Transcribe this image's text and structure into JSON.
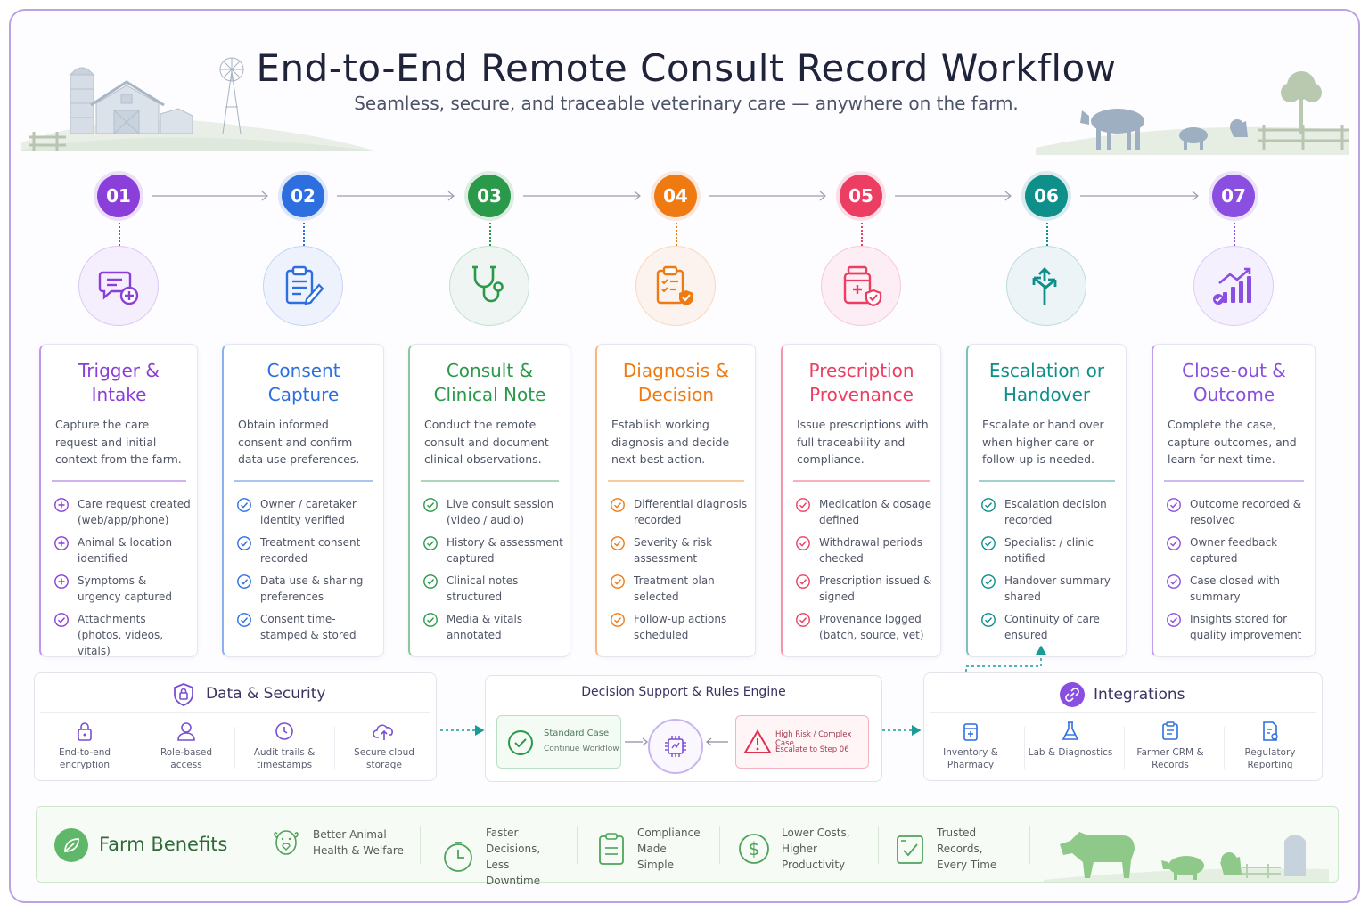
{
  "header": {
    "title": "End-to-End Remote Consult Record Workflow",
    "subtitle": "Seamless, secure, and traceable veterinary care — anywhere on the farm."
  },
  "steps": [
    {
      "number": "01",
      "color": "#8b3fd9",
      "icon": "chat-plus-icon",
      "title": "Trigger & Intake",
      "description": "Capture the care request and initial context from the farm.",
      "items": [
        "Care request created (web/app/phone)",
        "Animal & location identified",
        "Symptoms & urgency captured",
        "Attachments (photos, videos, vitals)"
      ]
    },
    {
      "number": "02",
      "color": "#2e6fe0",
      "icon": "clipboard-pen-icon",
      "title": "Consent Capture",
      "description": "Obtain informed consent and confirm data use preferences.",
      "items": [
        "Owner / caretaker identity verified",
        "Treatment consent recorded",
        "Data use & sharing preferences",
        "Consent time-stamped & stored"
      ]
    },
    {
      "number": "03",
      "color": "#2a9a4a",
      "icon": "stethoscope-icon",
      "title": "Consult & Clinical Note",
      "description": "Conduct the remote consult and document clinical observations.",
      "items": [
        "Live consult session (video / audio)",
        "History & assessment captured",
        "Clinical notes structured",
        "Media & vitals annotated"
      ]
    },
    {
      "number": "04",
      "color": "#f07a12",
      "icon": "clipboard-shield-icon",
      "title": "Diagnosis & Decision",
      "description": "Establish working diagnosis and decide next best action.",
      "items": [
        "Differential diagnosis recorded",
        "Severity & risk assessment",
        "Treatment plan selected",
        "Follow-up actions scheduled"
      ]
    },
    {
      "number": "05",
      "color": "#ec3e62",
      "icon": "medicine-bottle-icon",
      "title": "Prescription Provenance",
      "description": "Issue prescriptions with full traceability and compliance.",
      "items": [
        "Medication & dosage defined",
        "Withdrawal periods checked",
        "Prescription issued & signed",
        "Provenance logged (batch, source, vet)"
      ]
    },
    {
      "number": "06",
      "color": "#0e8f8a",
      "icon": "split-arrow-icon",
      "title": "Escalation or Handover",
      "description": "Escalate or hand over when higher care or follow-up is needed.",
      "items": [
        "Escalation decision recorded",
        "Specialist / clinic notified",
        "Handover summary shared",
        "Continuity of care ensured"
      ]
    },
    {
      "number": "07",
      "color": "#8a4fe0",
      "icon": "bar-chart-up-icon",
      "title": "Close-out & Outcome",
      "description": "Complete the case, capture outcomes, and learn for next time.",
      "items": [
        "Outcome recorded & resolved",
        "Owner feedback captured",
        "Case closed with summary",
        "Insights stored for quality improvement"
      ]
    }
  ],
  "security": {
    "title": "Data & Security",
    "features": [
      {
        "icon": "lock-icon",
        "label": "End-to-end encryption"
      },
      {
        "icon": "user-icon",
        "label": "Role-based access"
      },
      {
        "icon": "clock-icon",
        "label": "Audit trails & timestamps"
      },
      {
        "icon": "cloud-upload-icon",
        "label": "Secure cloud storage"
      }
    ]
  },
  "decision": {
    "title": "Decision Support & Rules Engine",
    "standard": {
      "title": "Standard Case",
      "sub": "Continue Workflow"
    },
    "high": {
      "title": "High Risk / Complex Case",
      "sub": "Escalate to Step 06"
    }
  },
  "integrations": {
    "title": "Integrations",
    "features": [
      {
        "icon": "pharmacy-icon",
        "label": "Inventory & Pharmacy"
      },
      {
        "icon": "flask-icon",
        "label": "Lab & Diagnostics"
      },
      {
        "icon": "records-icon",
        "label": "Farmer CRM & Records"
      },
      {
        "icon": "report-icon",
        "label": "Regulatory Reporting"
      }
    ]
  },
  "benefits": {
    "title": "Farm Benefits",
    "items": [
      {
        "icon": "animal-health-icon",
        "label": "Better Animal Health & Welfare"
      },
      {
        "icon": "timer-icon",
        "label": "Faster Decisions, Less Downtime"
      },
      {
        "icon": "clipboard-icon",
        "label": "Compliance Made Simple"
      },
      {
        "icon": "dollar-icon",
        "label": "Lower Costs, Higher Productivity"
      },
      {
        "icon": "checked-records-icon",
        "label": "Trusted Records, Every Time"
      }
    ]
  }
}
